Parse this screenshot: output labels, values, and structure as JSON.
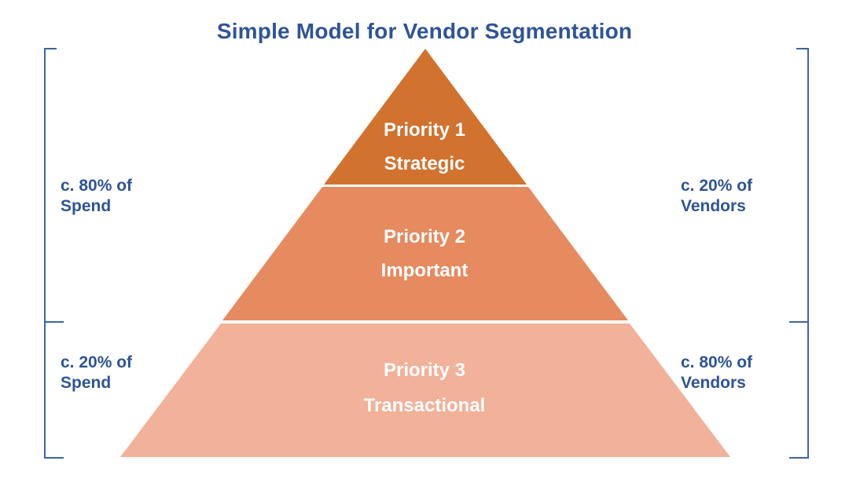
{
  "title": "Simple Model for Vendor Segmentation",
  "colors": {
    "title_blue": "#2E5496",
    "label_blue": "#2E5496",
    "bracket_blue": "#3C64A8",
    "tier1_orange": "#D1722F",
    "tier2_orange": "#E68A60",
    "tier3_orange": "#F2B199",
    "tier_text_white": "#FFFFFF"
  },
  "pyramid": {
    "tiers": [
      {
        "priority": "Priority 1",
        "label": "Strategic"
      },
      {
        "priority": "Priority 2",
        "label": "Important"
      },
      {
        "priority": "Priority 3",
        "label": "Transactional"
      }
    ]
  },
  "annotations": {
    "left_top": "c. 80% of\nSpend",
    "left_bottom": "c. 20% of\nSpend",
    "right_top": "c. 20% of\nVendors",
    "right_bottom": "c. 80% of\nVendors"
  }
}
